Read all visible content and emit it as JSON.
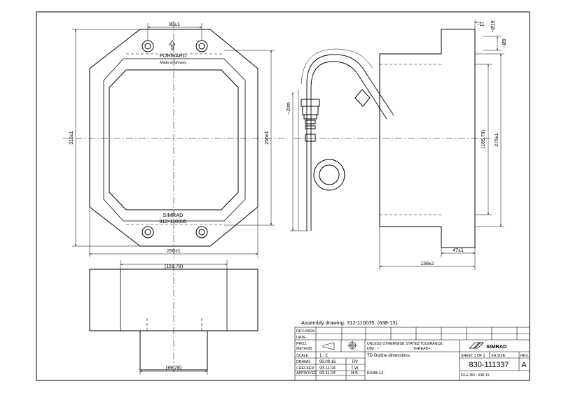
{
  "front_view": {
    "label_forward": "FORWARD",
    "label_made_in": "Made in Norway",
    "label_brand": "SIMRAD",
    "label_part": "312-110035",
    "dim_hole_spacing": "80±1",
    "dim_height": "316±1",
    "dim_inner_height": "256±1",
    "dim_width": "250±1"
  },
  "side_view": {
    "dim_cable": "~20m",
    "dim_11": "~11",
    "dim_18": "~Ø18",
    "dim_9": "~Ø9",
    "dim_16578": "(165.78)",
    "dim_276": "276±1",
    "dim_47": "47±1",
    "dim_138": "138±2"
  },
  "bottom_view": {
    "dim_top": "(159.78)",
    "dim_bottom": "(99.78)"
  },
  "title_block": {
    "assembly": "Assembly drawing:  312-110035, (638-13).",
    "rev_sign": "REV./SIGN",
    "date": "DATE",
    "proj_method_1": "PROJ.",
    "proj_method_2": "METHOD",
    "tolerance_1": "UNLESS OTHERWISE STATED,TOLERANCE:",
    "tolerance_2": "DIM.: ~",
    "thread": "THREAD=",
    "company": "SIMRAD",
    "scale_label": "SCALE",
    "scale_value": "1 : 2",
    "description": "TD Outline dimensions.",
    "sheet": "SHEET  1 OF  1",
    "sh_size": "SH.SIZE:",
    "rev_label": "REV.:",
    "drawn_label": "DRAWN",
    "drawn_date": "93.09.16",
    "drawn_by": "RV",
    "drawing_number": "830-111337",
    "revision": "A",
    "checked_label": "CHECKED",
    "checked_date": "93.11.04",
    "checked_by": "T.W.",
    "approved_label": "APPROVED",
    "approved_date": "93.11.04",
    "approved_by": "H.K.",
    "reference": "ES38-12.",
    "file_no": "FILE NO.: 638-19"
  }
}
